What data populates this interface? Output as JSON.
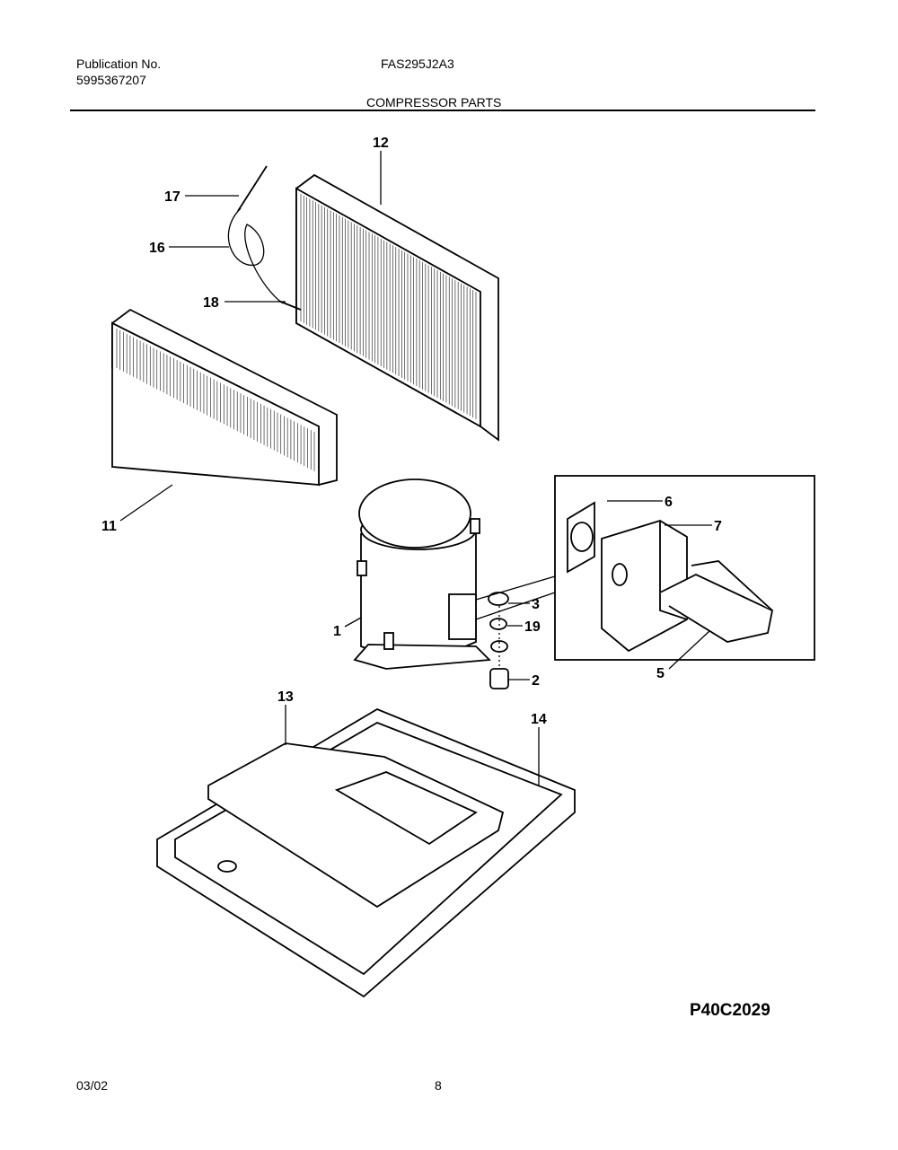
{
  "header": {
    "publication_label": "Publication No.",
    "publication_number": "5995367207",
    "model": "FAS295J2A3",
    "section_title": "COMPRESSOR PARTS"
  },
  "diagram": {
    "callouts": [
      "12",
      "17",
      "16",
      "18",
      "11",
      "6",
      "7",
      "3",
      "19",
      "1",
      "2",
      "5",
      "13",
      "14"
    ],
    "diagram_code": "P40C2029"
  },
  "footer": {
    "date": "03/02",
    "page": "8"
  }
}
